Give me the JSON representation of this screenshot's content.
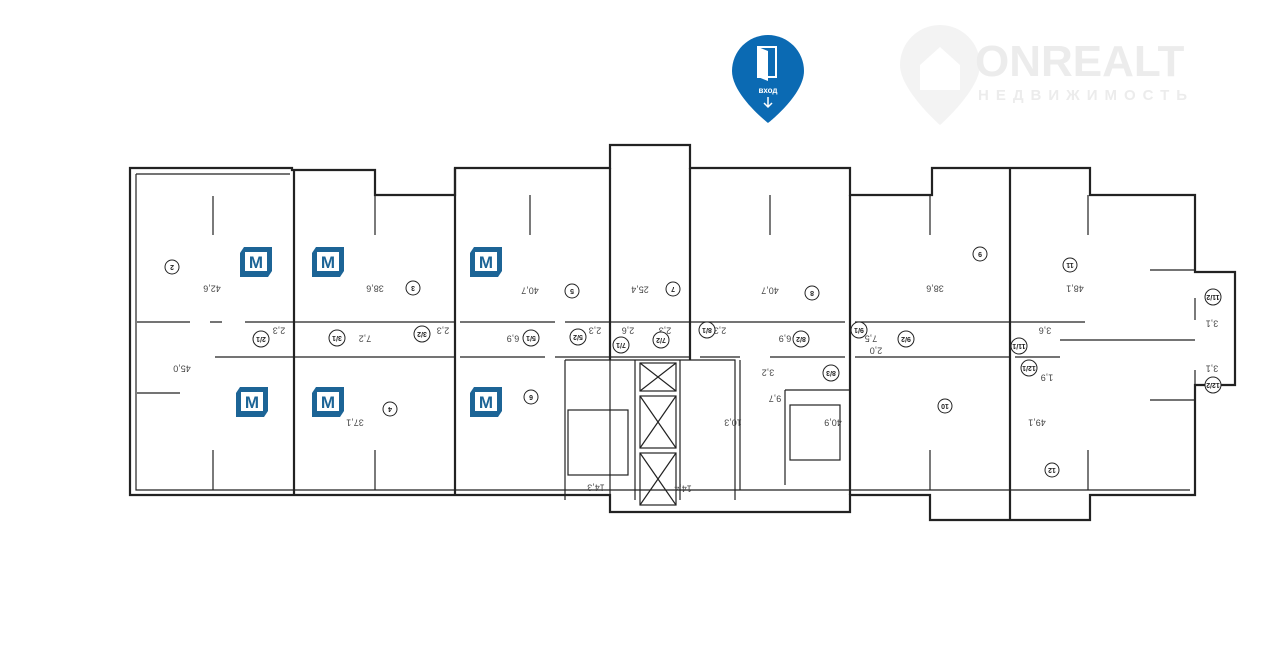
{
  "watermark": {
    "brand": "ONREALT",
    "subtitle": "НЕДВИЖИМОСТЬ"
  },
  "entrance": {
    "label": "вход",
    "color": "#0b6ab3"
  },
  "tenant_logo": {
    "letter": "M",
    "color": "#1c6496"
  },
  "areas": [
    "42,6",
    "38,6",
    "40,7",
    "25,4",
    "40,7",
    "38,6",
    "48,1",
    "45,0",
    "37,1",
    "7,2",
    "6,9",
    "2,3",
    "2,3",
    "2,3",
    "2,6",
    "2,3",
    "2,3",
    "6,9",
    "7,5",
    "3,6",
    "2,0",
    "3,2",
    "9,7",
    "10,3",
    "14,3",
    "14,4",
    "40,9",
    "49,1",
    "3,1",
    "3,1",
    "1,9"
  ],
  "room_numbers": [
    "2",
    "3",
    "5",
    "7",
    "8",
    "9",
    "11",
    "4",
    "6",
    "10",
    "12",
    "2/1",
    "3/1",
    "3/2",
    "5/1",
    "5/2",
    "7/1",
    "7/2",
    "8/1",
    "8/2",
    "9/1",
    "9/2",
    "11/1",
    "12/1",
    "8/3",
    "11/2",
    "12/2"
  ]
}
